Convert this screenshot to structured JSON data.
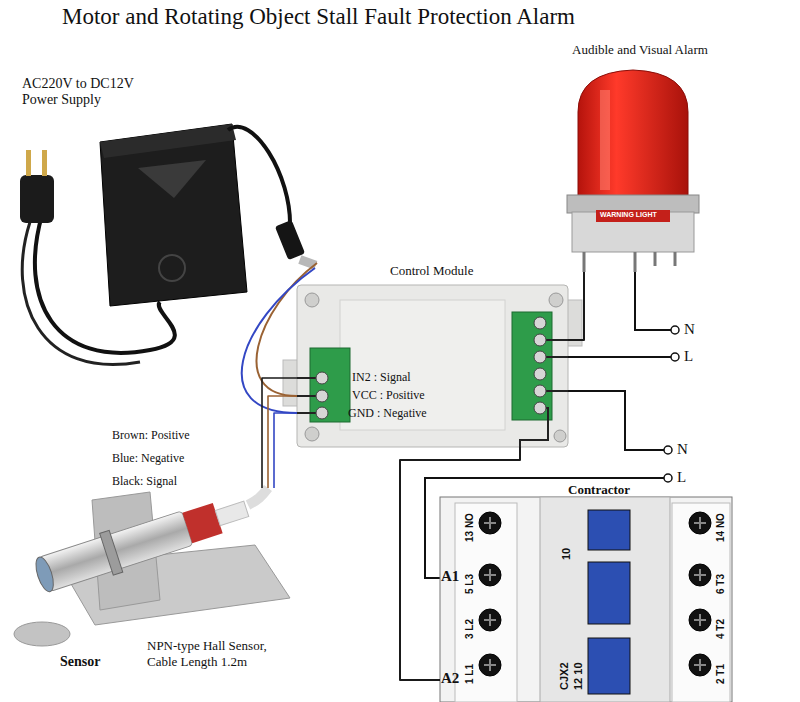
{
  "diagram": {
    "title": "Motor and Rotating Object Stall Fault Protection Alarm",
    "nodes": [
      {
        "text": [
          "AC220V to DC12V Power Supply"
        ]
      },
      {
        "text": [
          "Audible and Visual Alarm",
          "WARNING LIGHT"
        ]
      },
      {
        "text": [
          "Control Module"
        ]
      },
      {
        "text": [
          "Sensor",
          "NPN-type Hall Sensor, Cable Length 1.2m"
        ]
      },
      {
        "text": [
          "Contractor"
        ]
      }
    ],
    "edges": [
      {
        "from": 0,
        "to": 2,
        "arrow": "none"
      },
      {
        "from": 3,
        "to": 2,
        "arrow": "none"
      },
      {
        "from": 2,
        "to": 1,
        "arrow": "none"
      },
      {
        "from": 2,
        "to": 4,
        "arrow": "none"
      }
    ],
    "labels": [
      "IN2 : Signal",
      "VCC : Positive",
      "GND : Negative",
      "N",
      "L",
      "N",
      "L",
      "Brown: Positive",
      "Blue: Negative",
      "Black: Signal",
      "A1",
      "A2",
      "13 NO",
      "5 L3",
      "3 L2",
      "1 L1",
      "14 NO",
      "6 T3",
      "4 T2",
      "2 T1",
      "10",
      "CJX2",
      "12 10"
    ]
  }
}
